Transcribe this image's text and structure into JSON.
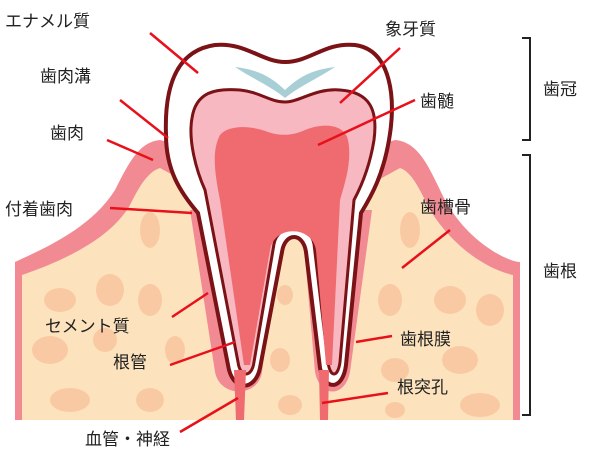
{
  "title": "Tooth anatomy",
  "labels": {
    "enamel": "エナメル質",
    "gingival_sulcus": "歯肉溝",
    "gingiva": "歯肉",
    "attached_gingiva": "付着歯肉",
    "cementum": "セメント質",
    "root_canal": "根管",
    "vessels_nerves": "血管・神経",
    "dentin": "象牙質",
    "pulp": "歯髄",
    "alveolar_bone": "歯槽骨",
    "periodontal_ligament": "歯根膜",
    "apical_foramen": "根突孔",
    "crown": "歯冠",
    "root": "歯根"
  },
  "colors": {
    "leader_line": "#e8101a",
    "outline": "#7a1216",
    "dentin": "#f7b8c2",
    "pulp": "#f06b70",
    "gum": "#f28a93",
    "bone": "#fde3bd",
    "bone_spots": "#f9c9a3",
    "enamel_mark": "#a9cfd6"
  }
}
